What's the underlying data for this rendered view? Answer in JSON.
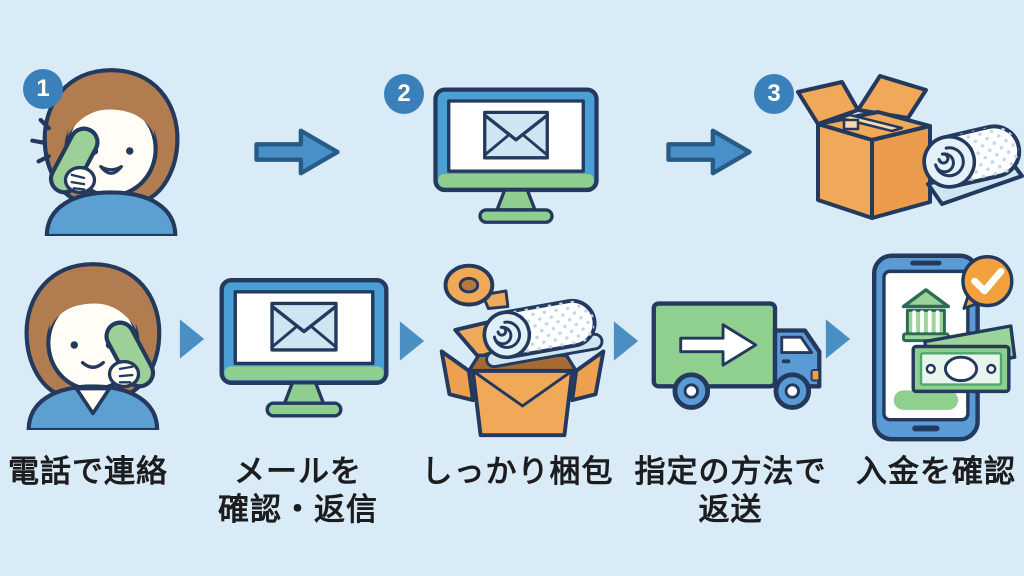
{
  "title": "return-process-flow",
  "colors": {
    "background": "#d9ebf6",
    "badge_blue": "#3a80ba",
    "arrow_fill": "#4a90c8",
    "arrow_stroke": "#275b86",
    "small_arrow": "#4a8fc4",
    "outline_navy": "#23395d",
    "box_orange": "#f0a859",
    "green": "#8fce8f",
    "text": "#1d1d1f"
  },
  "top_row": {
    "steps": [
      {
        "number": "1",
        "icon": "woman-phone"
      },
      {
        "number": "2",
        "icon": "monitor-email"
      },
      {
        "number": "3",
        "icon": "box-futon"
      }
    ]
  },
  "bottom_row": {
    "labels": [
      "電話で連絡",
      "メールを\n確認・返信",
      "しっかり梱包",
      "指定の方法で\n返送",
      "入金を確認"
    ]
  }
}
